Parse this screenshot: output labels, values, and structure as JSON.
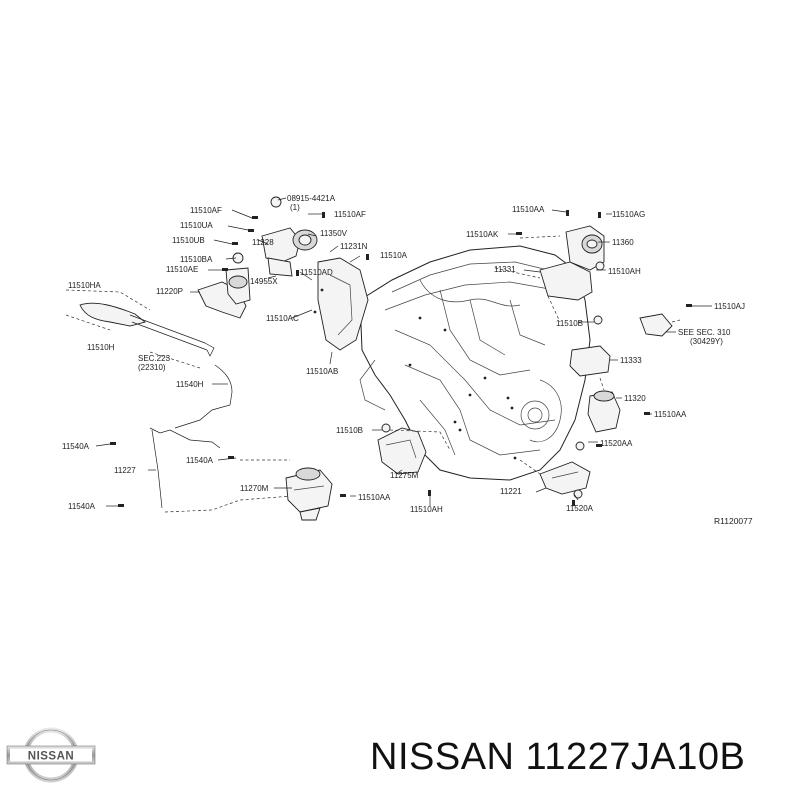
{
  "labels": {
    "l_08915": "08915-4421A",
    "l_08915_qty": "(1)",
    "l_11510AF_1": "11510AF",
    "l_11510AF_2": "11510AF",
    "l_11510UA": "11510UA",
    "l_11510UB": "11510UB",
    "l_11228": "11228",
    "l_11350V": "11350V",
    "l_11231N": "11231N",
    "l_11510A_top": "11510A",
    "l_11510BA": "11510BA",
    "l_11510AE": "11510AE",
    "l_14955X": "14955X",
    "l_11510AD": "11510AD",
    "l_11510UHA": "11510HA",
    "l_11220P": "11220P",
    "l_11510AC": "11510AC",
    "l_11510UH": "11510H",
    "l_sec223": "SEC.223",
    "l_22310": "(22310)",
    "l_11540H": "11540H",
    "l_11510AB": "11510AB",
    "l_11540A_1": "11540A",
    "l_11227": "11227",
    "l_11540A_2": "11540A",
    "l_11540A_3": "11540A",
    "l_11270M": "11270M",
    "l_11510B": "11510B",
    "l_11275M": "11275M",
    "l_11510AA_bot": "11510AA",
    "l_11510AH_bot": "11510AH",
    "l_11510AA_top": "11510AA",
    "l_11510AG": "11510AG",
    "l_11510AK": "11510AK",
    "l_11360": "11360",
    "l_11331": "11331",
    "l_11510AH_top": "11510AH",
    "l_11510AJ": "11510AJ",
    "l_11510B_r": "11510B",
    "l_sec310": "SEE SEC. 310",
    "l_30429Y": "(30429Y)",
    "l_11333": "11333",
    "l_11320": "11320",
    "l_11510AA_r": "11510AA",
    "l_11520AA": "11520AA",
    "l_11221": "11221",
    "l_11520A": "11520A",
    "l_ref": "R1120077"
  },
  "brand": {
    "logo_text": "NISSAN",
    "part_title": "NISSAN 11227JA10B"
  },
  "icons": {
    "logo": "nissan-logo-icon"
  }
}
